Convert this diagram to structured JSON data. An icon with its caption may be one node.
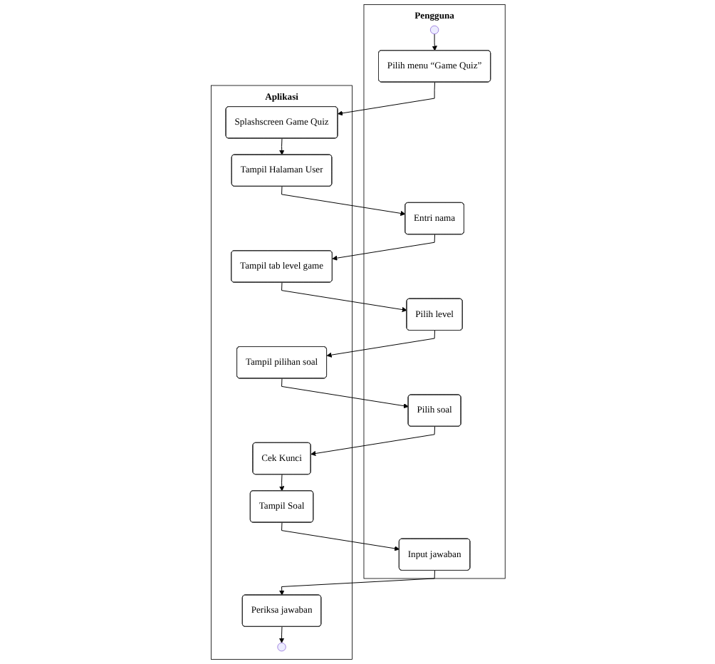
{
  "diagram": {
    "nodes": [
      {
        "text": [
          "Pengguna"
        ]
      },
      {
        "text": [],
        "shape": "circle",
        "in": 0
      },
      {
        "text": [
          "Pilih menu “Game Quiz”"
        ],
        "in": 0
      },
      {
        "text": [
          "Entri nama"
        ],
        "in": 0
      },
      {
        "text": [
          "Pilih level"
        ],
        "in": 0
      },
      {
        "text": [
          "Pilih soal"
        ],
        "in": 0
      },
      {
        "text": [
          "Input jawaban"
        ],
        "in": 0
      },
      {
        "text": [
          "Aplikasi"
        ]
      },
      {
        "text": [
          "Splashscreen Game Quiz"
        ],
        "in": 7
      },
      {
        "text": [
          "Tampil Halaman User"
        ],
        "in": 7
      },
      {
        "text": [
          "Tampil tab level game"
        ],
        "in": 7
      },
      {
        "text": [
          "Tampil pilihan soal"
        ],
        "in": 7
      },
      {
        "text": [
          "Cek Kunci"
        ],
        "in": 7
      },
      {
        "text": [
          "Tampil Soal"
        ],
        "in": 7
      },
      {
        "text": [
          "Periksa jawaban"
        ],
        "in": 7
      },
      {
        "text": [],
        "shape": "circle",
        "in": 7
      }
    ],
    "edges": [
      {
        "from": 1,
        "to": 2,
        "arrow": "to"
      },
      {
        "from": 2,
        "to": 8,
        "arrow": "to"
      },
      {
        "from": 8,
        "to": 9,
        "arrow": "to"
      },
      {
        "from": 9,
        "to": 3,
        "arrow": "to"
      },
      {
        "from": 3,
        "to": 10,
        "arrow": "to"
      },
      {
        "from": 10,
        "to": 4,
        "arrow": "to"
      },
      {
        "from": 4,
        "to": 11,
        "arrow": "to"
      },
      {
        "from": 11,
        "to": 5,
        "arrow": "to"
      },
      {
        "from": 5,
        "to": 12,
        "arrow": "to"
      },
      {
        "from": 12,
        "to": 13,
        "arrow": "to"
      },
      {
        "from": 13,
        "to": 6,
        "arrow": "to"
      },
      {
        "from": 6,
        "to": 14,
        "arrow": "to"
      },
      {
        "from": 14,
        "to": 15,
        "arrow": "to"
      }
    ]
  }
}
